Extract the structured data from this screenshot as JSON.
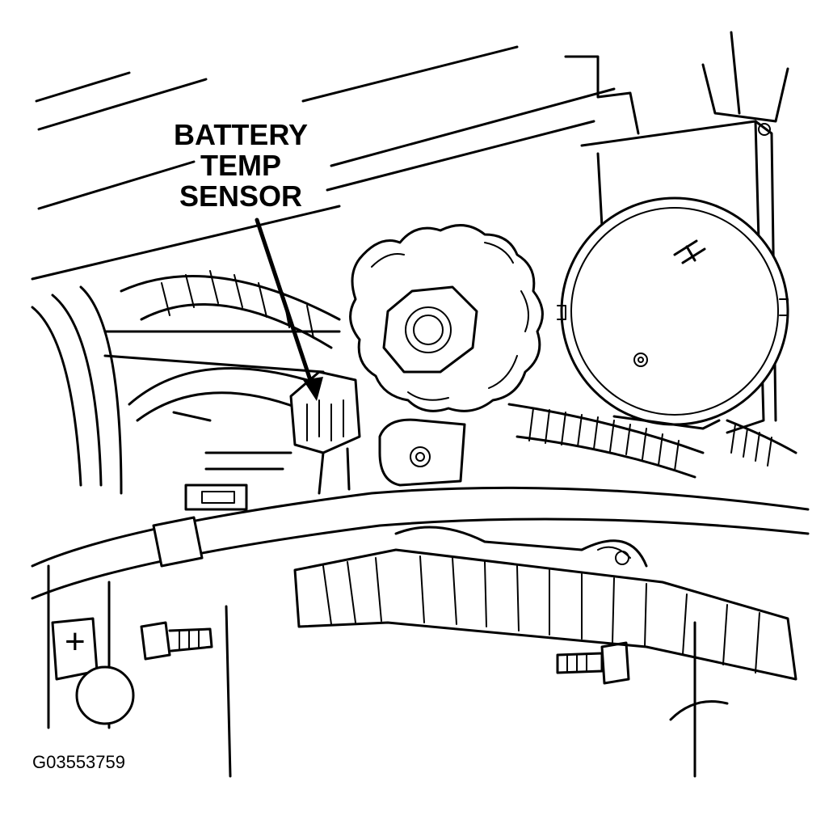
{
  "callout": {
    "lines": [
      "BATTERY",
      "TEMP",
      "SENSOR"
    ]
  },
  "figure_id": "G03553759",
  "colors": {
    "line": "#000000",
    "background": "#ffffff"
  },
  "symbols": {
    "positive_terminal": "+"
  }
}
